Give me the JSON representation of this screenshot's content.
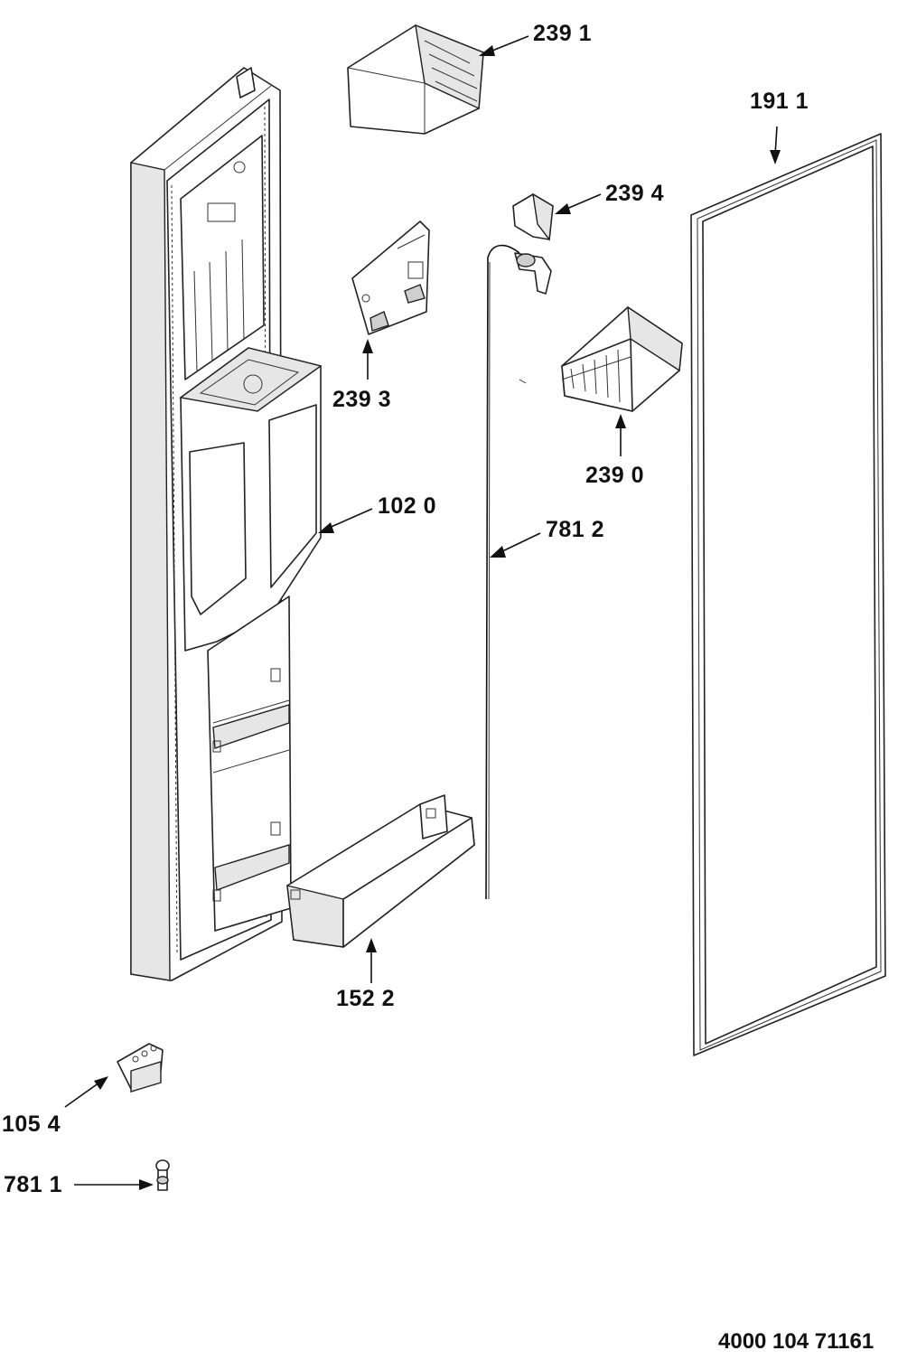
{
  "diagram": {
    "document_number": "4000 104 71161",
    "callouts": [
      {
        "id": "2391",
        "text": "239 1",
        "part": "ice-bucket-cover"
      },
      {
        "id": "1911",
        "text": "191 1",
        "part": "door-gasket"
      },
      {
        "id": "2394",
        "text": "239 4",
        "part": "chute-flap"
      },
      {
        "id": "2393",
        "text": "239 3",
        "part": "control-board"
      },
      {
        "id": "2390",
        "text": "239 0",
        "part": "ice-maker"
      },
      {
        "id": "1020",
        "text": "102 0",
        "part": "dispenser-housing"
      },
      {
        "id": "7812",
        "text": "781 2",
        "part": "water-tube"
      },
      {
        "id": "1522",
        "text": "152 2",
        "part": "door-bin"
      },
      {
        "id": "1054",
        "text": "105 4",
        "part": "hinge-bracket"
      },
      {
        "id": "7811",
        "text": "781 1",
        "part": "fastener"
      }
    ]
  }
}
